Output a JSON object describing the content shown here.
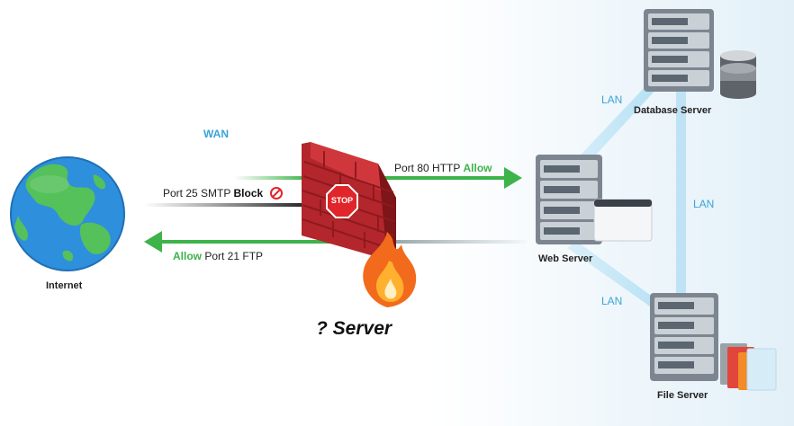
{
  "wan_label": "WAN",
  "internet_label": "Internet",
  "firewall_label": "? Server",
  "stop_text": "STOP",
  "rules": {
    "smtp_port": "Port 25 SMTP",
    "smtp_action": "Block",
    "http_port": "Port 80 HTTP",
    "http_action": "Allow",
    "ftp_action": "Allow",
    "ftp_port": "Port 21 FTP"
  },
  "servers": {
    "web": "Web Server",
    "database": "Database Server",
    "file": "File Server"
  },
  "lan_labels": [
    "LAN",
    "LAN",
    "LAN"
  ],
  "colors": {
    "allow": "#3db34a",
    "block": "#e0262b",
    "lan_link": "#bfe3f5",
    "wan_text": "#3aa3d6",
    "firewall_brick": "#b3262b"
  }
}
